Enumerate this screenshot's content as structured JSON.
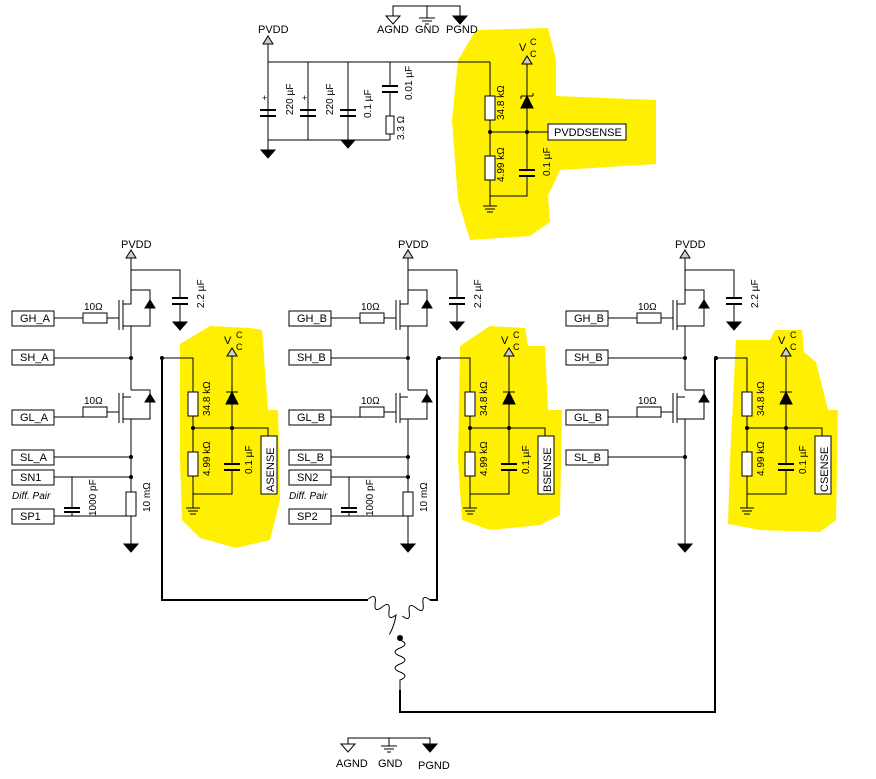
{
  "top_power": {
    "pvdd": "PVDD",
    "c1": "220 µF",
    "c2": "220 µF",
    "c3": "0.1 µF",
    "c4": "0.01 µF",
    "r_snub": "3.3 Ω",
    "plus": "+"
  },
  "top_grounds": {
    "agnd": "AGND",
    "gnd": "GND",
    "pgnd": "PGND"
  },
  "bottom_grounds": {
    "agnd": "AGND",
    "gnd": "GND",
    "pgnd": "PGND"
  },
  "pvdd_sense": {
    "vcc": "V",
    "vcc_sub": "C",
    "vcc_sub2": "C",
    "r_top": "34.8 kΩ",
    "r_bot": "4.99 kΩ",
    "cap": "0.1 µF",
    "net": "PVDDSENSE"
  },
  "phases": [
    {
      "pvdd": "PVDD",
      "gh": "GH_A",
      "sh": "SH_A",
      "gl": "GL_A",
      "sl": "SL_A",
      "sn": "SN1",
      "sp": "SP1",
      "diff": "Diff. Pair",
      "rg1": "10Ω",
      "rg2": "10Ω",
      "cbulk": "2.2 µF",
      "csense": "1000 pF",
      "rshunt": "10 mΩ",
      "r_top": "34.8 kΩ",
      "r_bot": "4.99 kΩ",
      "cap": "0.1 µF",
      "vcc": "V",
      "vsub": "C",
      "vsub2": "C",
      "sense": "ASENSE"
    },
    {
      "pvdd": "PVDD",
      "gh": "GH_B",
      "sh": "SH_B",
      "gl": "GL_B",
      "sl": "SL_B",
      "sn": "SN2",
      "sp": "SP2",
      "diff": "Diff. Pair",
      "rg1": "10Ω",
      "rg2": "10Ω",
      "cbulk": "2.2 µF",
      "csense": "1000 pF",
      "rshunt": "10 mΩ",
      "r_top": "34.8 kΩ",
      "r_bot": "4.99 kΩ",
      "cap": "0.1 µF",
      "vcc": "V",
      "vsub": "C",
      "vsub2": "C",
      "sense": "BSENSE"
    },
    {
      "pvdd": "PVDD",
      "gh": "GH_B",
      "sh": "SH_B",
      "gl": "GL_B",
      "sl": "SL_B",
      "rg1": "10Ω",
      "rg2": "10Ω",
      "cbulk": "2.2 µF",
      "r_top": "34.8 kΩ",
      "r_bot": "4.99 kΩ",
      "cap": "0.1 µF",
      "vcc": "V",
      "vsub": "C",
      "vsub2": "C",
      "sense": "CSENSE"
    }
  ],
  "colors": {
    "highlight": "#ffef00",
    "wire": "#000000"
  }
}
